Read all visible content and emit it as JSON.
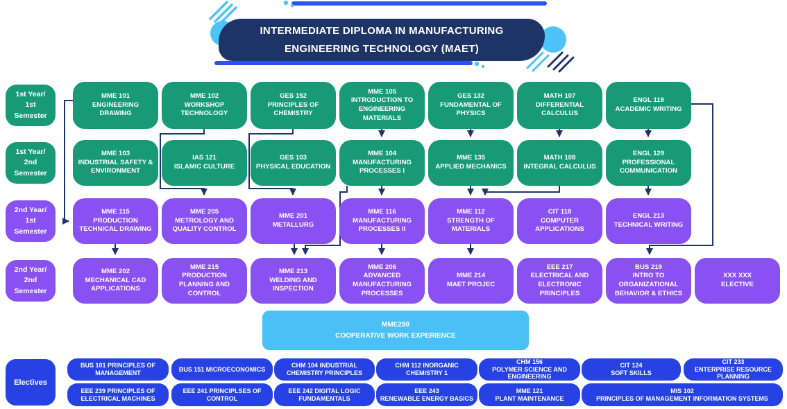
{
  "title": {
    "line1": "INTERMEDIATE DIPLOMA IN MANUFACTURING",
    "line2": "ENGINEERING TECHNOLOGY (MAET)"
  },
  "row_labels": [
    {
      "line1": "1st Year/",
      "line2": "1st Semester"
    },
    {
      "line1": "1st Year/",
      "line2": "2nd Semester"
    },
    {
      "line1": "2nd Year/",
      "line2": "1st Semester"
    },
    {
      "line1": "2nd Year/",
      "line2": "2nd Semester"
    }
  ],
  "rows": [
    {
      "courses": [
        {
          "code": "MME 101",
          "name": "ENGINEERING DRAWING"
        },
        {
          "code": "MME 102",
          "name": "WORKSHOP TECHNOLOGY"
        },
        {
          "code": "GES 152",
          "name": "PRINCIPLES OF CHEMISTRY"
        },
        {
          "code": "MME 105",
          "name": "INTRODUCTION TO ENGINEERING MATERIALS"
        },
        {
          "code": "GES 132",
          "name": "FUNDAMENTAL OF PHYSICS"
        },
        {
          "code": "MATH 107",
          "name": "DIFFERENTIAL CALCULUS"
        },
        {
          "code": "ENGL 119",
          "name": "ACADEMIC WRITING"
        }
      ]
    },
    {
      "courses": [
        {
          "code": "MME 103",
          "name": "INDUSTRIAL SAFETY & ENVIRONMENT"
        },
        {
          "code": "IAS 121",
          "name": "ISLAMIC CULTURE"
        },
        {
          "code": "GES 103",
          "name": "PHYSICAL EDUCATION"
        },
        {
          "code": "MME 104",
          "name": "MANUFACTURING PROCESSES I"
        },
        {
          "code": "MME 135",
          "name": "APPLIED MECHANICS"
        },
        {
          "code": "MATH 108",
          "name": "INTEGRAL CALCULUS"
        },
        {
          "code": "ENGL 129",
          "name": "PROFESSIONAL COMMUNICATION"
        }
      ]
    },
    {
      "courses": [
        {
          "code": "MME 115",
          "name": "PRODUCTION TECHNICAL DRAWING"
        },
        {
          "code": "MME 205",
          "name": "METROLOGY AND QUALITY CONTROL"
        },
        {
          "code": "MME 201",
          "name": "METALLURG"
        },
        {
          "code": "MME 116",
          "name": "MANUFACTURING PROCESSES II"
        },
        {
          "code": "MME 112",
          "name": "STRENGTH OF MATERIALS"
        },
        {
          "code": "CIT 118",
          "name": "COMPUTER APPLICATIONS"
        },
        {
          "code": "ENGL 213",
          "name": "TECHNICAL WRITING"
        }
      ]
    },
    {
      "courses": [
        {
          "code": "MME 202",
          "name": "MECHANICAL CAD APPLICATIONS"
        },
        {
          "code": "MME 215",
          "name": "PRODUCTION PLANNING AND CONTROL"
        },
        {
          "code": "MME 213",
          "name": "WELDING AND INSPECTION"
        },
        {
          "code": "MME 206",
          "name": "ADVANCED MANUFACTURING PROCESSES"
        },
        {
          "code": "MME 214",
          "name": "MAET PROJEC"
        },
        {
          "code": "EEE 217",
          "name": "ELECTRICAL AND ELECTRONIC PRINCIPLES"
        },
        {
          "code": "BUS 219",
          "name": "INTRO TO ORGANIZATIONAL BEHAVIOR & ETHICS"
        },
        {
          "code": "XXX XXX",
          "name": "ELECTIVE"
        }
      ]
    }
  ],
  "coop": {
    "code": "MME290",
    "name": "COOPERATIVE WORK EXPERIENCE"
  },
  "electives": {
    "label": "Electives",
    "row1": [
      {
        "text": "BUS 101 PRINCIPLES OF MANAGEMENT"
      },
      {
        "text": "BUS 151 MICROECONOMICS"
      },
      {
        "text": "CHM 104 INDUSTRIAL CHEMISTRY PRINCIPLES"
      },
      {
        "text": "CHM 112 INORGANIC CHEMISTRY 1"
      },
      {
        "code": "CHM 156",
        "text": "POLYMER SCIENCE AND ENGINEERING"
      },
      {
        "code": "CIT 124",
        "text": "SOFT SKILLS"
      },
      {
        "code": "CIT 233",
        "text": "ENTERPRISE RESOURCE PLANNING"
      }
    ],
    "row2": [
      {
        "text": "EEE 239 PRINCIPLES OF ELECTRICAL MACHINES"
      },
      {
        "text": "EEE 241 PRINCIPLSES OF CONTROL"
      },
      {
        "text": "EEE 242 DIGITAL LOGIC FUNDAMENTALS"
      },
      {
        "code": "EEE 243",
        "text": "RENEWABLE ENERGY BASICS"
      },
      {
        "code": "MME 121",
        "text": "PLANT MAINTENANCE"
      },
      {
        "code": "MIS 102",
        "text": "PRINCIPLES OF MANAGEMENT INFORMATION SYSTEMS"
      }
    ]
  },
  "colors": {
    "green": "#189A77",
    "purple": "#8950F2",
    "royal_blue": "#2742E3",
    "light_blue": "#4AC0F7",
    "navy": "#1E3467",
    "bar_blue": "#2653F2",
    "cyan_accent": "#4EC3F8"
  }
}
